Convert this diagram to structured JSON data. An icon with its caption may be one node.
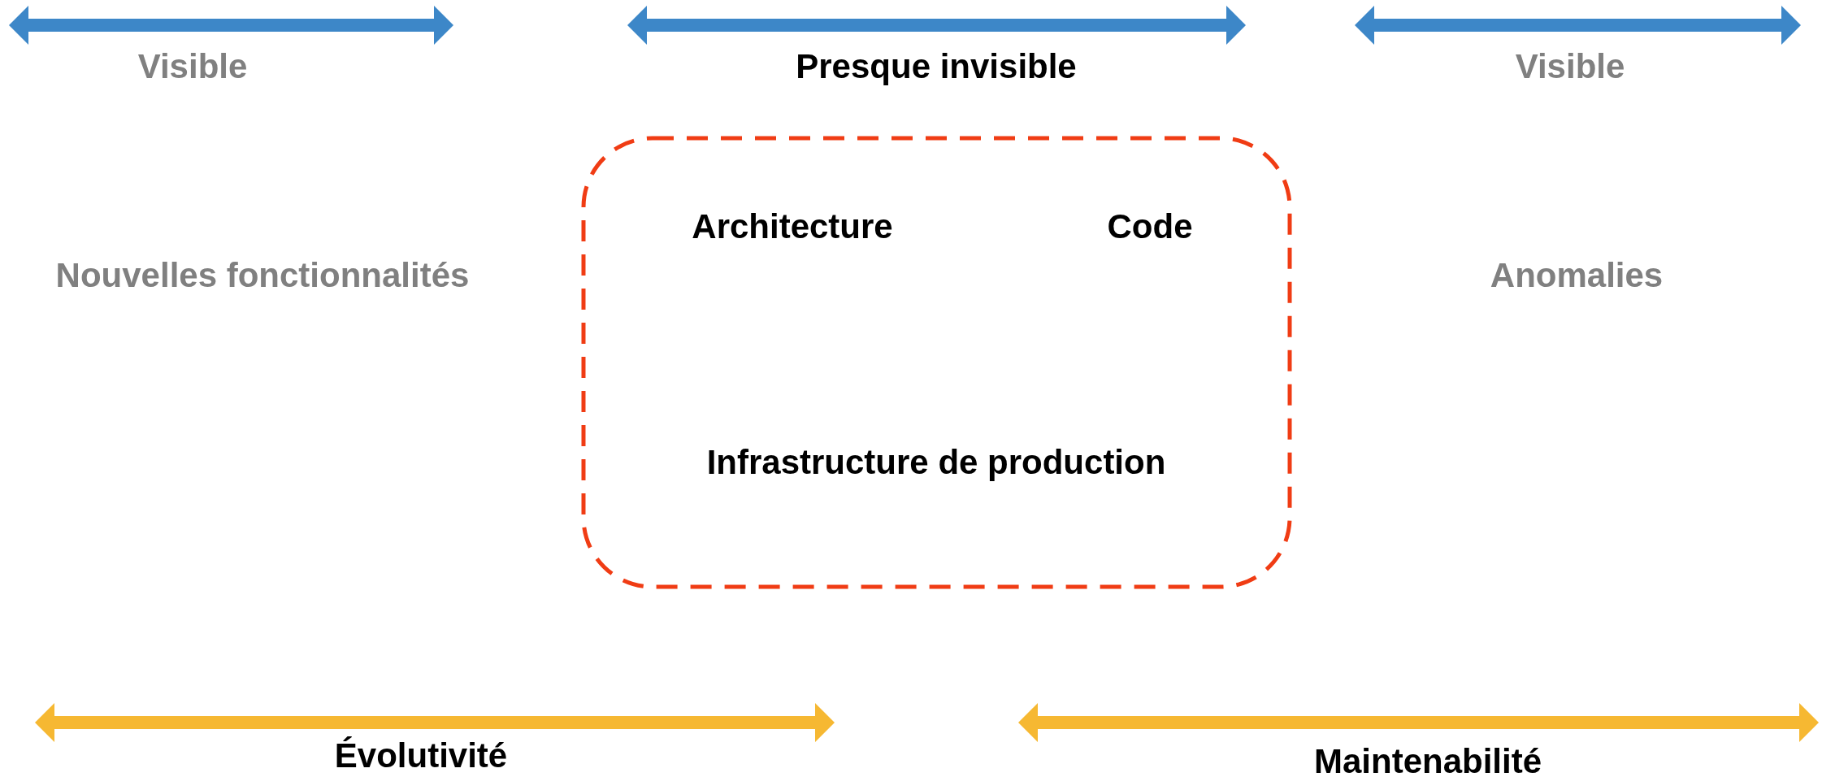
{
  "diagram": {
    "nodes": [
      {
        "text": [
          "Architecture",
          "Code",
          "Infrastructure de production"
        ]
      }
    ],
    "labels": [
      "Visible",
      "Presque invisible",
      "Visible",
      "Nouvelles fonctionnalités",
      "Anomalies",
      "Évolutivité",
      "Maintenabilité"
    ]
  }
}
